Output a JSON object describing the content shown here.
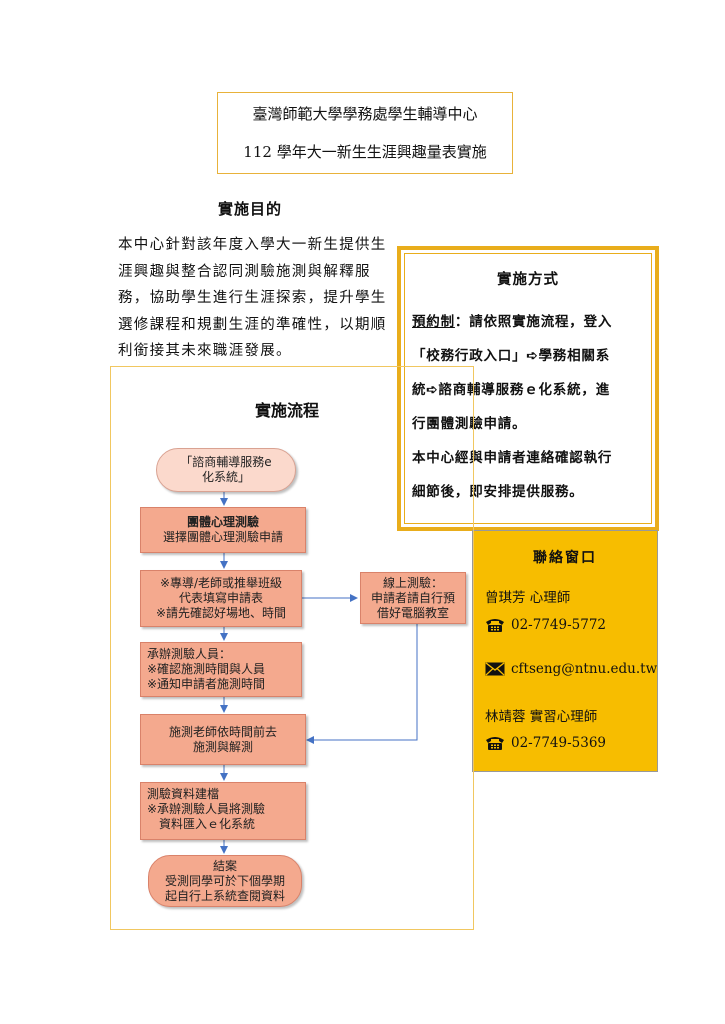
{
  "title": {
    "line1": "臺灣師範大學學務處學生輔導中心",
    "line2": "112 學年大一新生生涯興趣量表實施"
  },
  "purpose": {
    "heading": "實施目的",
    "lines": [
      "本中心針對該年度入學大一新生提供生",
      "涯興趣與整合認同測驗施測與解釋服",
      "務，協助學生進行生涯探索，提升學生",
      "選修課程和規劃生涯的準確性，以期順",
      "利銜接其未來職涯發展。"
    ]
  },
  "method": {
    "heading": "實施方式",
    "underlined": "預約制",
    "line1_rest": "：請依照實施流程，登入",
    "line2": "「校務行政入口」➪學務相關系",
    "line3": "統➪諮商輔導服務ｅ化系統，進",
    "line4": "行團體測驗申請。",
    "line5": "本中心經與申請者連絡確認執行",
    "line6": "細節後，即安排提供服務。"
  },
  "contact": {
    "heading": "聯絡窗口",
    "person1": "曾琪芳  心理師",
    "phone1": "02-7749-5772",
    "email": "cftseng@ntnu.edu.tw",
    "person2": "林靖蓉  實習心理師",
    "phone2": "02-7749-5369",
    "icons": {
      "phone": "phone-icon",
      "mail": "envelope-icon"
    }
  },
  "flow": {
    "title": "實施流程",
    "start": [
      "「諮商輔導服務e",
      "化系統」"
    ],
    "step1": [
      "團體心理測驗",
      "選擇團體心理測驗申請"
    ],
    "step2": [
      "※專導/老師或推舉班級",
      "代表填寫申請表",
      "※請先確認好場地、時間"
    ],
    "online": [
      "線上測驗：",
      "申請者請自行預",
      "借好電腦教室"
    ],
    "step3": [
      "承辦測驗人員：",
      "※確認施測時間與人員",
      "※通知申請者施測時間"
    ],
    "step4": [
      "施測老師依時間前去",
      "施測與解測"
    ],
    "step5": [
      "測驗資料建檔",
      "※承辦測驗人員將測驗",
      "資料匯入ｅ化系統"
    ],
    "end": [
      "結案",
      "受測同學可於下個學期",
      "起自行上系統查閱資料"
    ]
  },
  "colors": {
    "gold_border": "#e9ad1b",
    "contact_bg": "#f7bd00",
    "node_fill": "#f4a98e",
    "arrow": "#4472c4"
  }
}
